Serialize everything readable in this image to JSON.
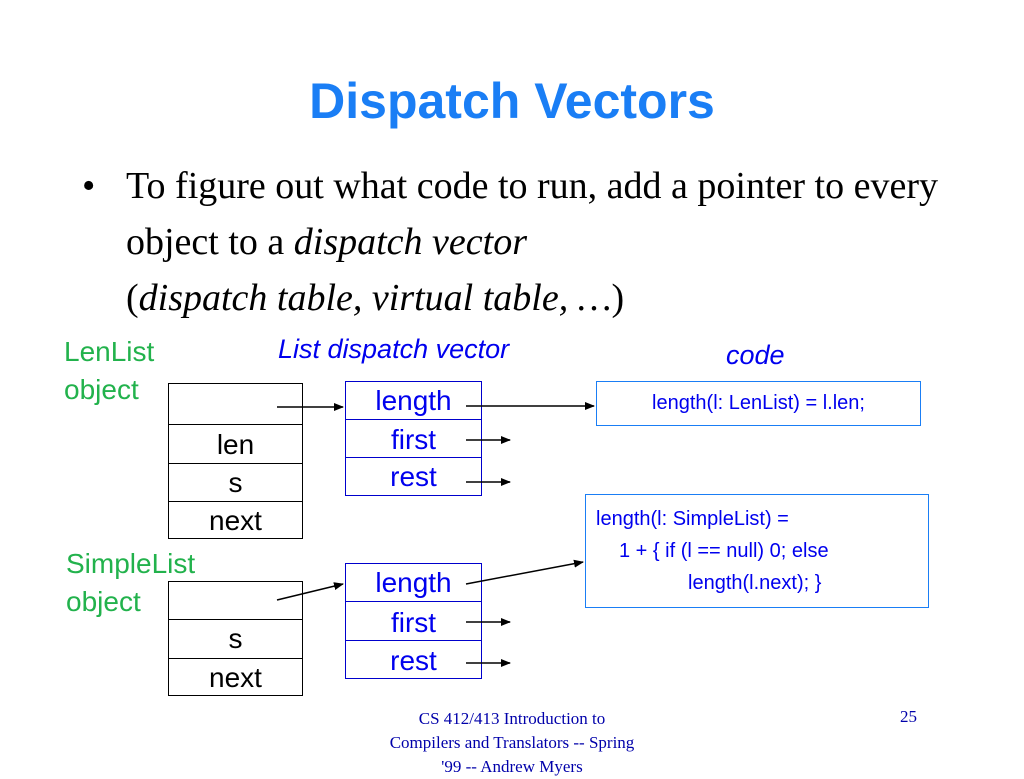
{
  "slide": {
    "title": "Dispatch Vectors",
    "bullet_char": "•",
    "bullet_part1": "To figure out what code to run, add a pointer to every object to a ",
    "bullet_italic1": "dispatch vector",
    "bullet_part2": " (",
    "bullet_italic2": "dispatch table, virtual table, …",
    "bullet_part3": ")"
  },
  "diagram": {
    "lenlist_label": [
      "LenList",
      "object"
    ],
    "lenlist_fields": [
      "",
      "len",
      "s",
      "next"
    ],
    "list_vector_label": "List dispatch vector",
    "list_vector_entries": [
      "length",
      "first",
      "rest"
    ],
    "code_label": "code",
    "code_lenlist": "length(l: LenList) = l.len;",
    "simplelist_label": [
      "SimpleList",
      "object"
    ],
    "simplelist_fields": [
      "",
      "s",
      "next"
    ],
    "simple_vector_entries": [
      "length",
      "first",
      "rest"
    ],
    "code_simplelist": [
      "length(l: SimpleList) =",
      "1 + { if (l == null) 0; else",
      "length(l.next); }"
    ]
  },
  "footer": {
    "course": [
      "CS 412/413 Introduction to",
      "Compilers and Translators -- Spring",
      "'99 -- Andrew Myers"
    ],
    "page": "25"
  },
  "colors": {
    "title": "#1a7ef5",
    "object_label": "#22b24c",
    "vector": "#0000ee",
    "code_border": "#1a7ef5",
    "footer": "#0000aa"
  }
}
